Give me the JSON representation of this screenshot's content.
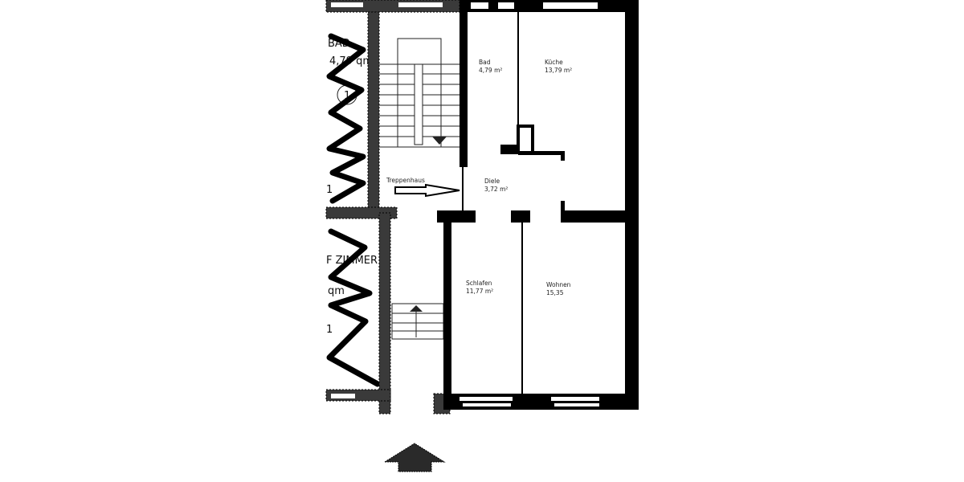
{
  "rooms": [
    {
      "name": "Bad",
      "area": "4,79 m²"
    },
    {
      "name": "Küche",
      "area": "13,79 m²"
    },
    {
      "name": "Diele",
      "area": "3,72 m²"
    },
    {
      "name": "Schlafen",
      "area": "11,77 m²"
    },
    {
      "name": "Wohnen",
      "area": "15,35"
    }
  ],
  "stairwell": {
    "label": "Treppenhaus"
  },
  "neighbor_fragments": {
    "top_room": "BAD",
    "top_area": "4,79 qm",
    "top_marker": "1",
    "bottom_room": "F ZIMMER",
    "bottom_area": "qm",
    "bottom_marker": "1"
  },
  "colors": {
    "walls": "#000000",
    "background": "#ffffff"
  }
}
